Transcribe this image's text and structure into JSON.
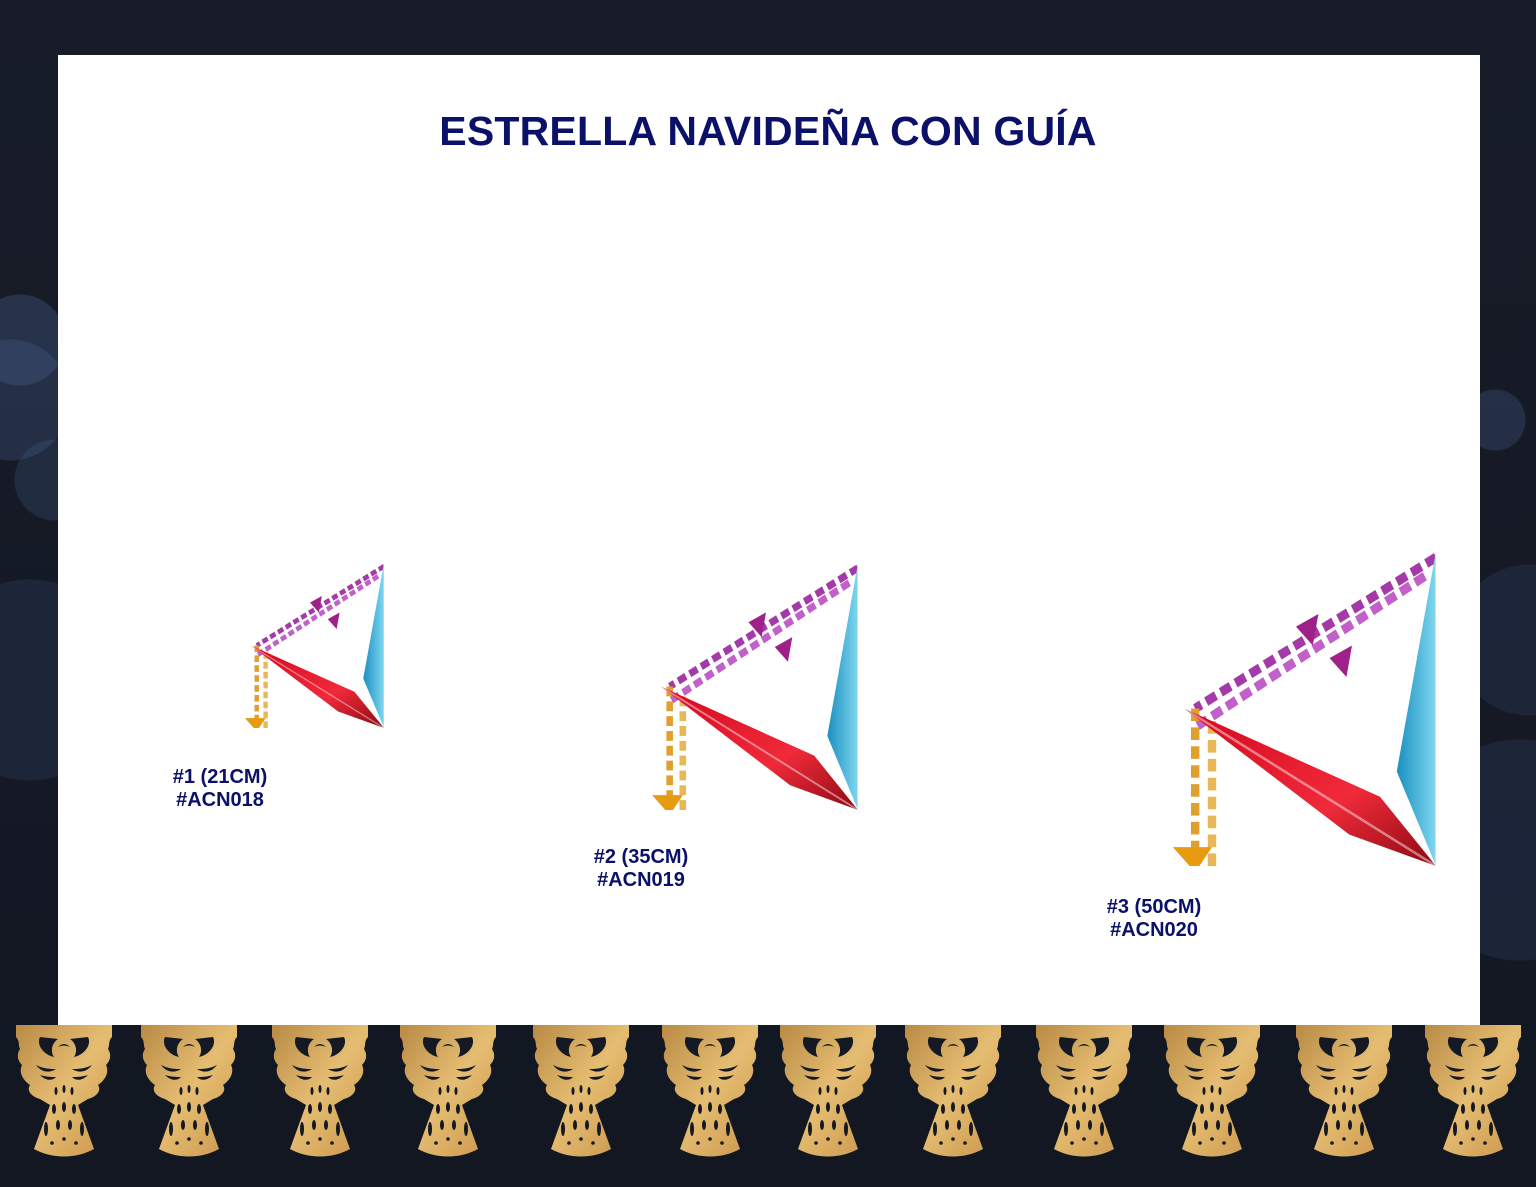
{
  "title": "ESTRELLA NAVIDEÑA CON GUÍA",
  "colors": {
    "title": "#0b1068",
    "background": "#141923",
    "panel": "#ffffff",
    "angel_gold": "#d6a95a"
  },
  "products": [
    {
      "size_label": "#1 (21CM)",
      "code": "#ACN018"
    },
    {
      "size_label": "#2 (35CM)",
      "code": "#ACN019"
    },
    {
      "size_label": "#3 (50CM)",
      "code": "#ACN020"
    }
  ],
  "star_point_colors": [
    "cyan",
    "magenta",
    "silver",
    "green",
    "gold",
    "red"
  ],
  "decoration": {
    "angel_count": 12,
    "icon": "angel-icon"
  }
}
